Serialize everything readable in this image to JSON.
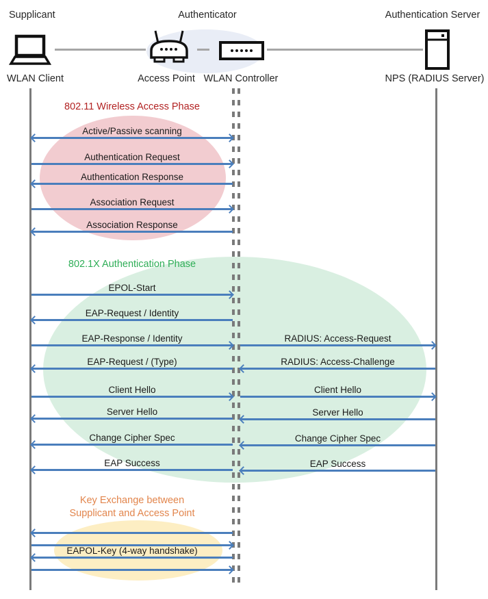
{
  "diagram": {
    "roles": [
      {
        "label": "Supplicant"
      },
      {
        "label": "Authenticator"
      },
      {
        "label": "Authentication Server"
      }
    ],
    "devices": [
      {
        "label": "WLAN Client",
        "icon": "laptop-icon"
      },
      {
        "label": "Access Point",
        "icon": "access-point-icon"
      },
      {
        "label": "WLAN Controller",
        "icon": "wlan-controller-icon"
      },
      {
        "label": "NPS (RADIUS Server)",
        "icon": "server-icon"
      }
    ],
    "phases": [
      {
        "title": "802.11 Wireless Access Phase",
        "color": "#b22222",
        "ellipse_color": "#f2ccd0"
      },
      {
        "title": "802.1X Authentication Phase",
        "color": "#2fae57",
        "ellipse_color": "#d9efe1"
      },
      {
        "title_line1": "Key Exchange between",
        "title_line2": "Supplicant and Access Point",
        "color": "#e2854c",
        "ellipse_color": "#fdeec3"
      }
    ],
    "messages": [
      {
        "label": "Active/Passive scanning",
        "from": "WLAN Client",
        "to": "WLAN Controller",
        "direction": "both"
      },
      {
        "label": "Authentication Request",
        "from": "WLAN Client",
        "to": "WLAN Controller",
        "direction": "right"
      },
      {
        "label": "Authentication Response",
        "from": "WLAN Controller",
        "to": "WLAN Client",
        "direction": "left"
      },
      {
        "label": "Association Request",
        "from": "WLAN Client",
        "to": "WLAN Controller",
        "direction": "right"
      },
      {
        "label": "Association Response",
        "from": "WLAN Controller",
        "to": "WLAN Client",
        "direction": "left"
      },
      {
        "label": "EPOL-Start",
        "from": "WLAN Client",
        "to": "WLAN Controller",
        "direction": "right"
      },
      {
        "label": "EAP-Request / Identity",
        "from": "WLAN Controller",
        "to": "WLAN Client",
        "direction": "left"
      },
      {
        "label": "EAP-Response / Identity",
        "from": "WLAN Client",
        "to": "WLAN Controller",
        "direction": "right"
      },
      {
        "label": "RADIUS: Access-Request",
        "from": "WLAN Controller",
        "to": "NPS (RADIUS Server)",
        "direction": "right"
      },
      {
        "label": "EAP-Request / (Type)",
        "from": "WLAN Controller",
        "to": "WLAN Client",
        "direction": "left"
      },
      {
        "label": "RADIUS: Access-Challenge",
        "from": "NPS (RADIUS Server)",
        "to": "WLAN Controller",
        "direction": "left"
      },
      {
        "label": "Client Hello",
        "from": "WLAN Client",
        "to": "WLAN Controller",
        "direction": "right"
      },
      {
        "label": "Client Hello",
        "from": "WLAN Controller",
        "to": "NPS (RADIUS Server)",
        "direction": "right"
      },
      {
        "label": "Server Hello",
        "from": "WLAN Controller",
        "to": "WLAN Client",
        "direction": "left"
      },
      {
        "label": "Server Hello",
        "from": "NPS (RADIUS Server)",
        "to": "WLAN Controller",
        "direction": "left"
      },
      {
        "label": "Change Cipher Spec",
        "from": "WLAN Controller",
        "to": "WLAN Client",
        "direction": "left"
      },
      {
        "label": "Change Cipher Spec",
        "from": "NPS (RADIUS Server)",
        "to": "WLAN Controller",
        "direction": "left"
      },
      {
        "label": "EAP Success",
        "from": "WLAN Controller",
        "to": "WLAN Client",
        "direction": "left"
      },
      {
        "label": "EAP Success",
        "from": "NPS (RADIUS Server)",
        "to": "WLAN Controller",
        "direction": "left"
      },
      {
        "label": "",
        "from": "WLAN Controller",
        "to": "WLAN Client",
        "direction": "left"
      },
      {
        "label": "",
        "from": "WLAN Client",
        "to": "WLAN Controller",
        "direction": "right"
      },
      {
        "label": "EAPOL-Key (4-way handshake)",
        "from": "WLAN Controller",
        "to": "WLAN Client",
        "direction": "left"
      },
      {
        "label": "",
        "from": "WLAN Client",
        "to": "WLAN Controller",
        "direction": "right"
      }
    ]
  },
  "colors": {
    "arrow_blue": "#4a7ebc",
    "lifeline_gray": "#7a7a7a",
    "connector_gray": "#a6a6a6",
    "phase_red": "#b22222",
    "phase_green": "#2fae57",
    "phase_orange": "#e2854c",
    "ellipse_pink": "#f2ccd0",
    "ellipse_green": "#d9efe1",
    "ellipse_yellow": "#fdeec3",
    "ellipse_blue": "#e9edf6"
  }
}
